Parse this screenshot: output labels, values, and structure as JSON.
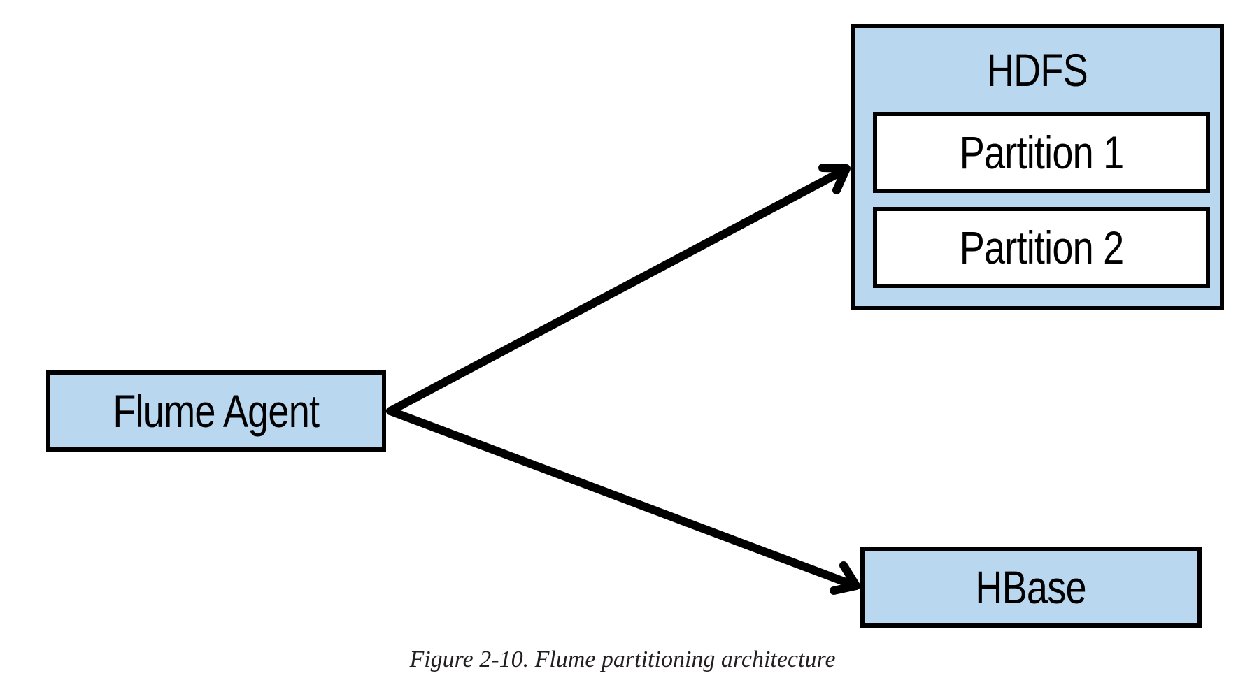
{
  "nodes": {
    "agent": "Flume Agent",
    "hdfs": "HDFS",
    "partition_1": "Partition 1",
    "partition_2": "Partition 2",
    "hbase": "HBase"
  },
  "edges": [
    {
      "from": "Flume Agent",
      "to": "HDFS"
    },
    {
      "from": "Flume Agent",
      "to": "HBase"
    }
  ],
  "caption": "Figure 2-10. Flume partitioning architecture",
  "colors": {
    "node_fill": "#b9d7ef",
    "border": "#000000",
    "partition_fill": "#ffffff",
    "arrow": "#000000"
  }
}
